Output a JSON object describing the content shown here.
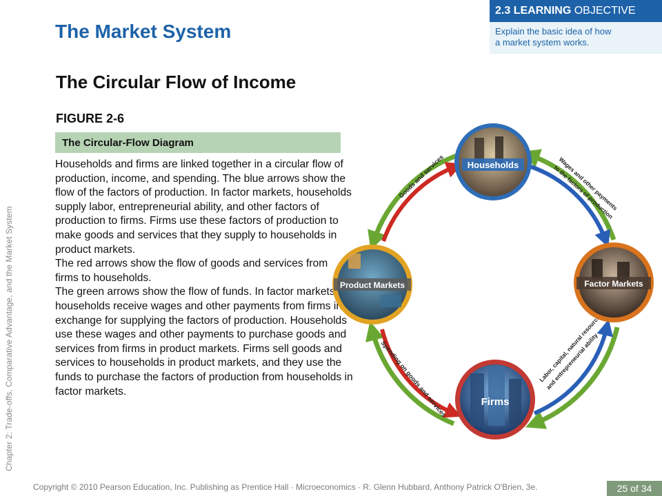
{
  "sidebar": {
    "chapter_text": "Chapter 2: Trade-offs, Comparative Advantage, and the Market System"
  },
  "header": {
    "title": "The Market System",
    "subtitle": "The Circular Flow of Income"
  },
  "learning_objective": {
    "number": "2.3",
    "heading": "LEARNING",
    "heading_rest": "OBJECTIVE",
    "line1": "Explain the basic idea of how",
    "line2": "a market system works."
  },
  "figure": {
    "label": "FIGURE 2-6",
    "caption_title": "The Circular-Flow Diagram",
    "paragraphs": [
      "Households and firms are linked together in a circular flow of production, income, and spending. The blue arrows show the flow of the factors of production. In factor markets, households supply labor, entrepreneurial ability, and other factors of production to firms. Firms use these factors of production to make goods and services that they supply to households in product markets.",
      "The red arrows show the flow of goods and services from firms to households.",
      "The green arrows show the flow of funds. In factor markets, households receive wages and other payments from firms in exchange for supplying the factors of production. Households use these wages and other payments to purchase goods and services from firms in product markets. Firms sell goods and services to households in product markets, and they use the funds to purchase the factors of production from households in factor markets."
    ]
  },
  "diagram": {
    "nodes": {
      "households": "Households",
      "product_markets": "Product Markets",
      "factor_markets": "Factor Markets",
      "firms": "Firms"
    },
    "arrows": {
      "goods_services_top": "Goods and services",
      "wages_line1": "Wages and other payments",
      "wages_line2": "to the factors of production",
      "factors_line1": "Labor, capital, natural resources,",
      "factors_line2": "and entrepreneurial ability",
      "spending_line1": "Spending on goods and services"
    },
    "colors": {
      "blue": "#2a5fb8",
      "red": "#cc2a22",
      "green": "#6aa732",
      "households_ring": "#2e6db8",
      "product_ring": "#e2a323",
      "factor_ring": "#d8731e",
      "firms_ring": "#c23a33"
    }
  },
  "footer": {
    "copyright": "Copyright © 2010 Pearson Education, Inc. Publishing as Prentice Hall · Microeconomics · R. Glenn Hubbard, Anthony Patrick O'Brien, 3e.",
    "page": "25 of 34"
  }
}
